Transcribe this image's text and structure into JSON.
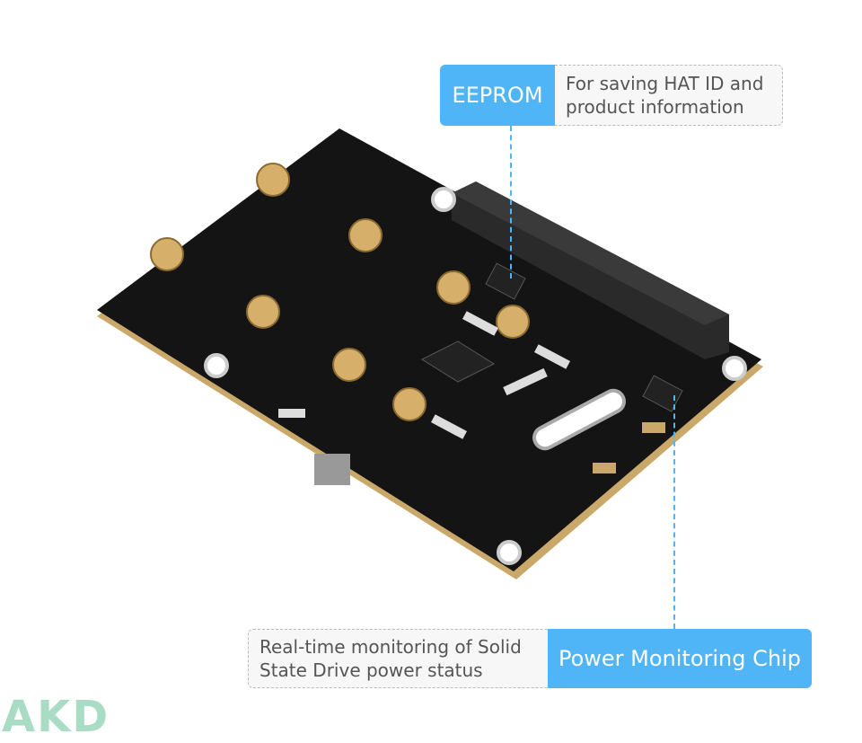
{
  "callouts": [
    {
      "label": "EEPROM",
      "description": "For saving HAT ID and product information"
    },
    {
      "label": "Power Monitoring Chip",
      "description": "Real-time monitoring of Solid State Drive power status"
    }
  ],
  "logo": "AKD",
  "colors": {
    "accent": "#4fb5f7",
    "board": "#111111",
    "logo": "#a8dcc4"
  }
}
